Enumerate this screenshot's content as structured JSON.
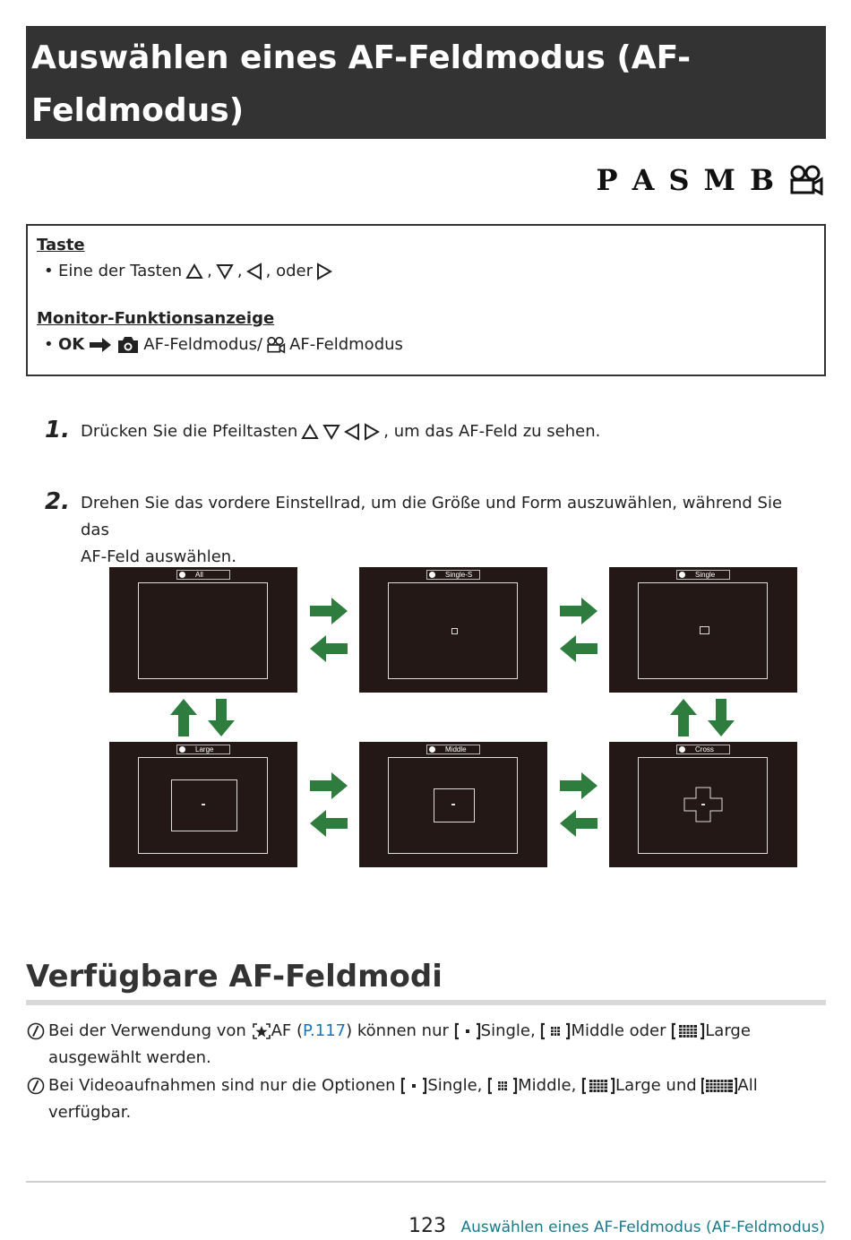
{
  "header": {
    "line1": "Auswählen eines AF-Feldmodus (AF-",
    "line2": "Feldmodus)"
  },
  "modes": [
    "P",
    "A",
    "S",
    "M",
    "B"
  ],
  "icons": {
    "movie": "movie-camera-icon",
    "camera": "camera-icon",
    "arrow_right": "arrow-right-icon",
    "note": "note-icon"
  },
  "infobox": {
    "taste_heading": "Taste",
    "taste_text_prefix": "Eine der Tasten",
    "comma": ",",
    "oder": ", oder",
    "monitor_heading": "Monitor-Funktionsanzeige",
    "ok": "OK",
    "af_photo": "AF-Feldmodus/",
    "af_movie": "AF-Feldmodus",
    "bullet": "•"
  },
  "steps": [
    {
      "number": "1.",
      "text_before": "Drücken Sie die Pfeiltasten",
      "text_after": ", um das AF-Feld zu sehen."
    },
    {
      "number": "2.",
      "line1": "Drehen Sie das vordere Einstellrad, um die Größe und Form auszuwählen, während Sie das",
      "line2": "AF-Feld auswählen."
    }
  ],
  "screens": [
    {
      "label": "All"
    },
    {
      "label": "Single-S"
    },
    {
      "label": "Single"
    },
    {
      "label": "Large"
    },
    {
      "label": "Middle"
    },
    {
      "label": "Cross"
    }
  ],
  "section": {
    "title": "Verfügbare AF-Feldmodi"
  },
  "notes": [
    {
      "t1": "Bei der Verwendung von",
      "t2": "AF (",
      "link": "P.117",
      "t3": ") können nur",
      "single": "Single,",
      "middle": "Middle oder",
      "large": "Large",
      "line2": "ausgewählt werden."
    },
    {
      "t1": "Bei Videoaufnahmen sind nur die Optionen",
      "single": "Single,",
      "middle": "Middle,",
      "large": "Large und",
      "all": "All",
      "line2": "verfügbar."
    }
  ],
  "footer": {
    "page_number": "123",
    "title": "Auswählen eines AF-Feldmodus (AF-Feldmodus)"
  },
  "colors": {
    "header_bg": "#333333",
    "screen_bg": "#231815",
    "arrow_green": "#2e7d3e",
    "link_blue": "#1a73b8",
    "footer_teal": "#1a7a8c"
  }
}
